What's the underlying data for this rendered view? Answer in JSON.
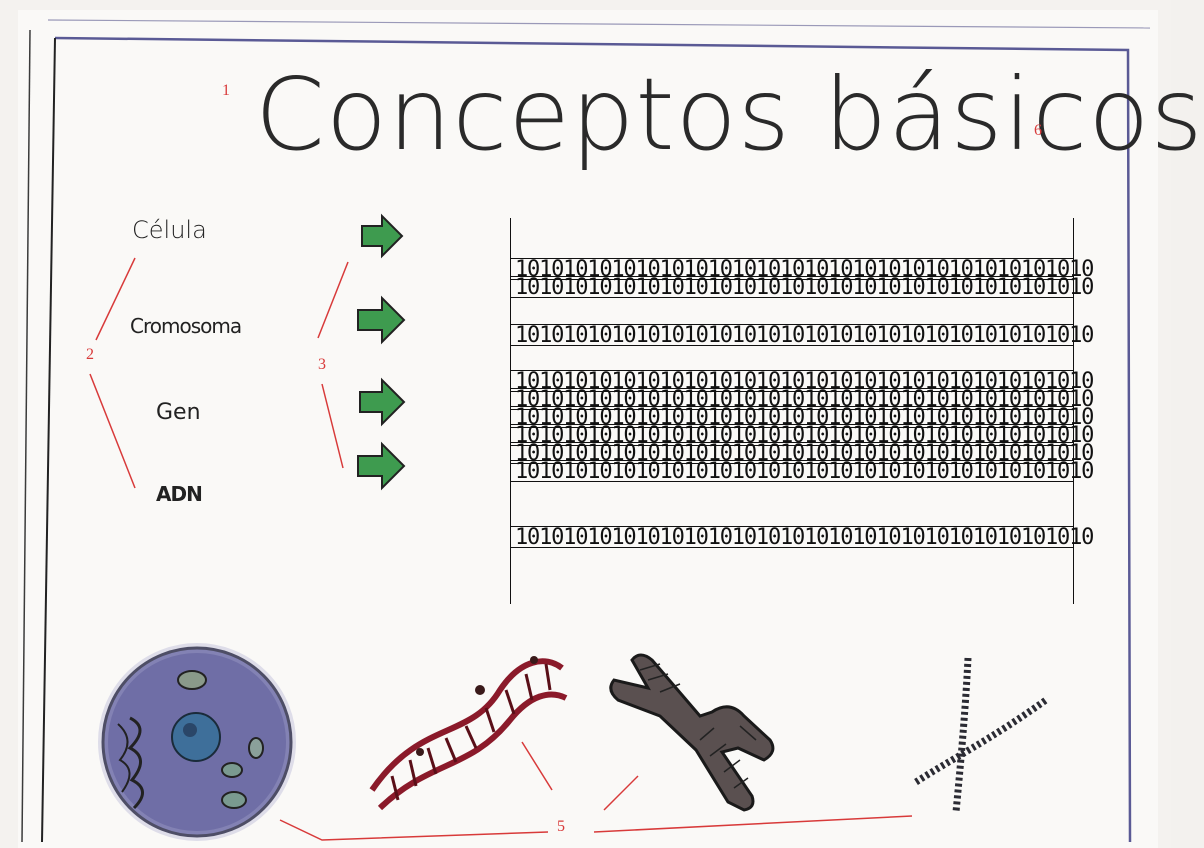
{
  "title": "Conceptos básicos",
  "concepts": [
    "Célula",
    "Cromosoma",
    "Gen",
    "ADN"
  ],
  "annotations": [
    "1",
    "2",
    "3",
    "5",
    "6"
  ],
  "binary_rows": [
    "101010101010101010101010101010101010101010101010",
    "101010101010101010101010101010101010101010101010",
    "101010101010101010101010101010101010101010101010",
    "101010101010101010101010101010101010101010101010",
    "101010101010101010101010101010101010101010101010",
    "101010101010101010101010101010101010101010101010",
    "101010101010101010101010101010101010101010101010",
    "101010101010101010101010101010101010101010101010",
    "101010101010101010101010101010101010101010101010",
    "101010101010101010101010101010101010101010101010"
  ],
  "colors": {
    "annotation": "#d83a3a",
    "arrow": "#3e9b4f",
    "cell": "#6f6ea6",
    "dna": "#8b1a2a",
    "chromosome": "#5a5050"
  },
  "icons": [
    "arrow-right-icon",
    "cell-icon",
    "dna-icon",
    "chromosome-icon",
    "chromosome-coiled-icon"
  ]
}
